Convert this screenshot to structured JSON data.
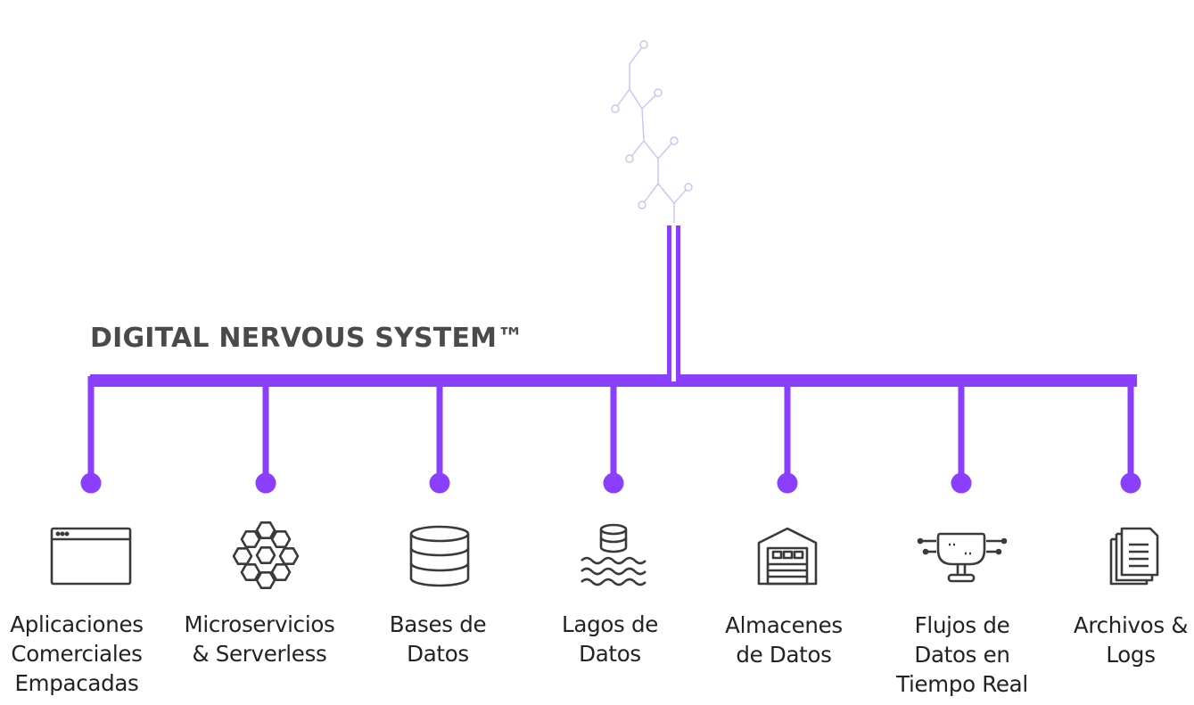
{
  "title": "DIGITAL NERVOUS SYSTEM™",
  "colors": {
    "accent": "#8a3ffc",
    "title": "#4a4a4a",
    "text": "#222222",
    "icon": "#3a3a3a"
  },
  "nodes": [
    {
      "icon": "browser-window-icon",
      "lines": [
        "Aplicaciones",
        "Comerciales",
        "Empacadas"
      ]
    },
    {
      "icon": "hexagon-cluster-icon",
      "lines": [
        "Microservicios",
        "& Serverless"
      ]
    },
    {
      "icon": "database-icon",
      "lines": [
        "Bases de",
        "Datos"
      ]
    },
    {
      "icon": "data-lake-icon",
      "lines": [
        "Lagos de",
        "Datos"
      ]
    },
    {
      "icon": "warehouse-icon",
      "lines": [
        "Almacenes",
        "de Datos"
      ]
    },
    {
      "icon": "streaming-monitor-icon",
      "lines": [
        "Flujos de",
        "Datos en",
        "Tiempo Real"
      ]
    },
    {
      "icon": "documents-icon",
      "lines": [
        "Archivos &",
        "Logs"
      ]
    }
  ]
}
